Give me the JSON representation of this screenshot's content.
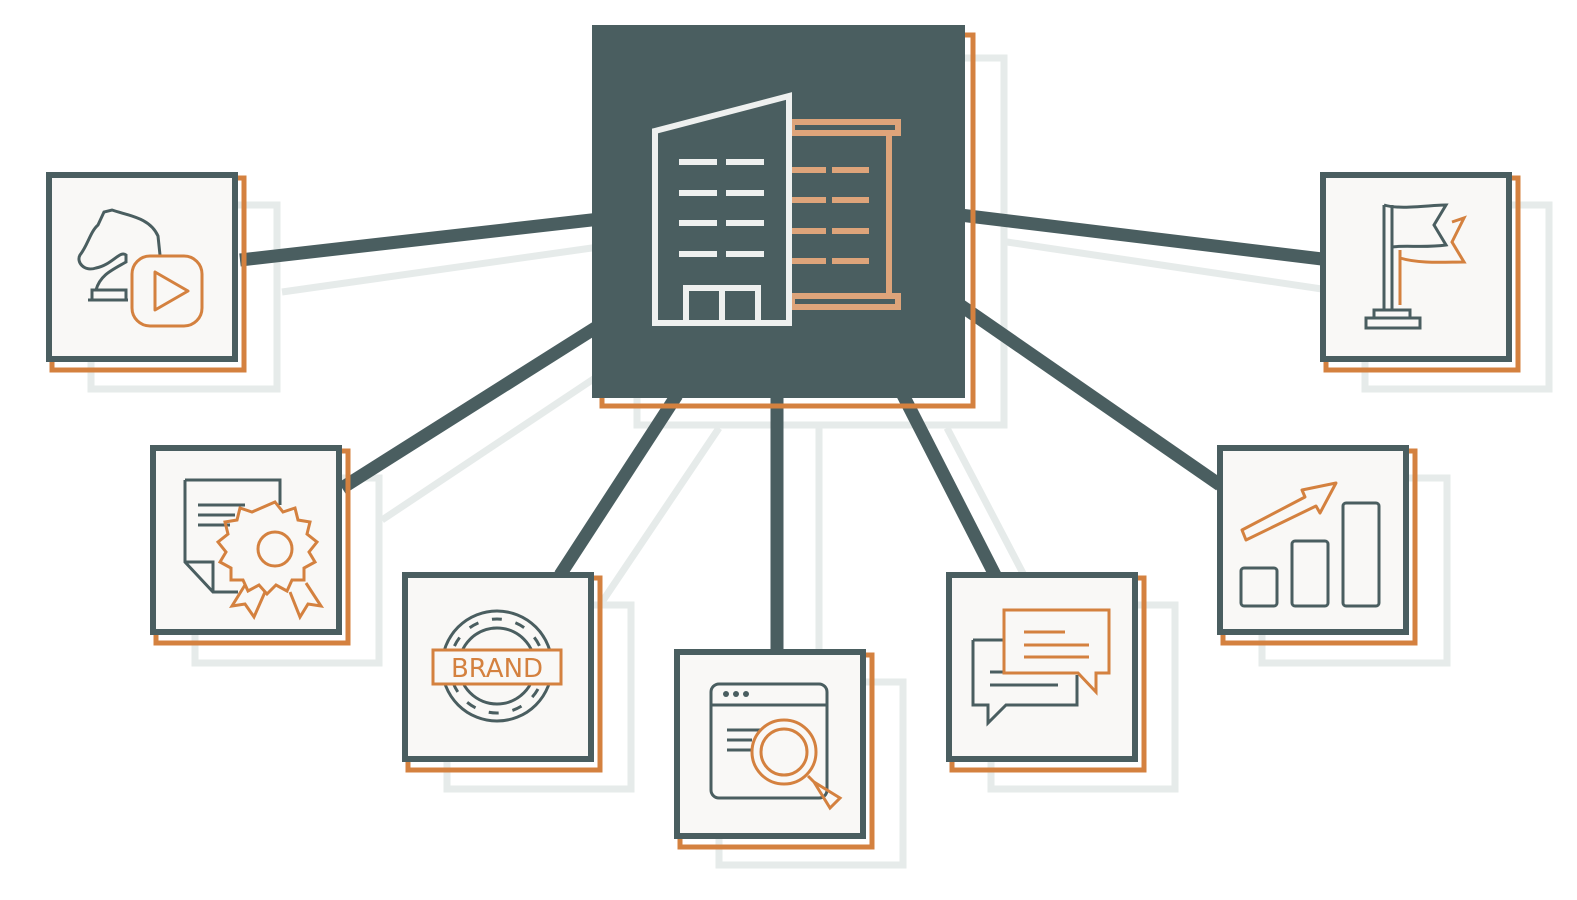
{
  "colors": {
    "dark": "#4a5e60",
    "orange": "#d4813f",
    "light_orange": "#dea47a",
    "card": "#f9f8f6",
    "shadow": "#e6ebea",
    "building_light": "#eef0ef"
  },
  "hub": {
    "icon": "office-building-icon"
  },
  "nodes": [
    {
      "id": "chess-video",
      "icon": "chess-knight-video-icon"
    },
    {
      "id": "flag",
      "icon": "flag-icon"
    },
    {
      "id": "document-gear",
      "icon": "document-gear-badge-icon"
    },
    {
      "id": "brand",
      "icon": "brand-stamp-icon",
      "label": "BRAND"
    },
    {
      "id": "web-search",
      "icon": "browser-search-icon"
    },
    {
      "id": "chat",
      "icon": "chat-bubbles-icon"
    },
    {
      "id": "growth",
      "icon": "bar-chart-growth-icon"
    }
  ]
}
